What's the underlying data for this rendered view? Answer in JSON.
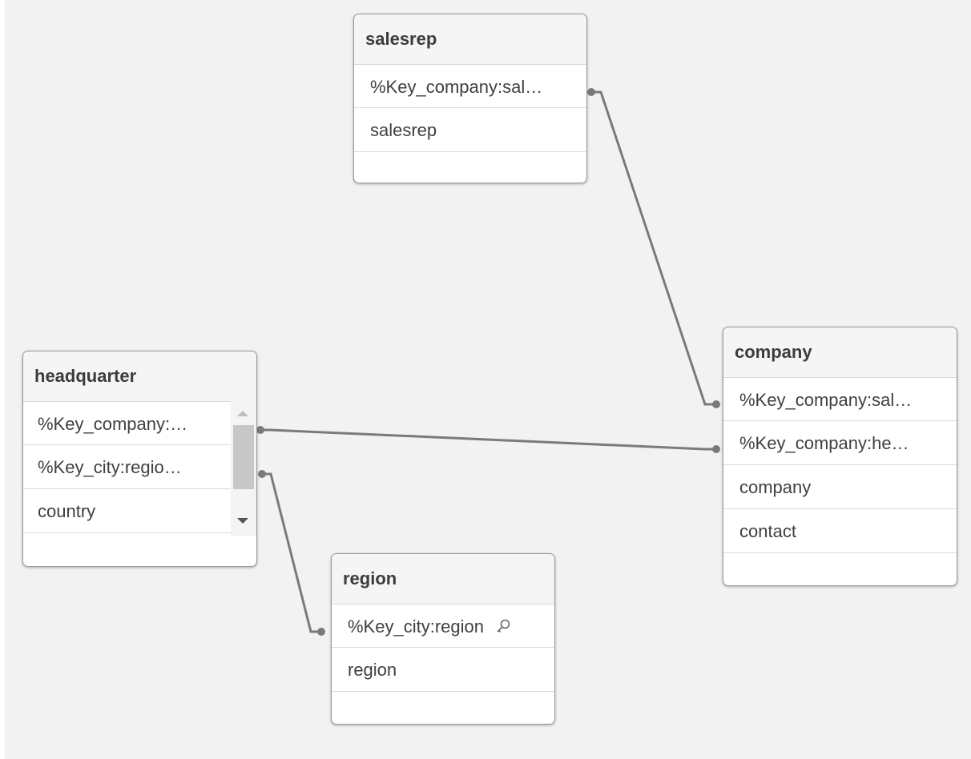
{
  "tables": {
    "salesrep": {
      "title": "salesrep",
      "fields": [
        "%Key_company:sal…",
        "salesrep"
      ]
    },
    "company": {
      "title": "company",
      "fields": [
        "%Key_company:sal…",
        "%Key_company:he…",
        "company",
        "contact"
      ]
    },
    "headquarter": {
      "title": "headquarter",
      "fields": [
        "%Key_company:…",
        "%Key_city:regio…",
        "country"
      ]
    },
    "region": {
      "title": "region",
      "fields": [
        "%Key_city:region",
        "region"
      ],
      "key_field_icon": "key-icon"
    }
  },
  "colors": {
    "canvas_background": "#f2f2f2",
    "link_line": "#7a7a7a",
    "table_border": "#9a9a9a"
  }
}
